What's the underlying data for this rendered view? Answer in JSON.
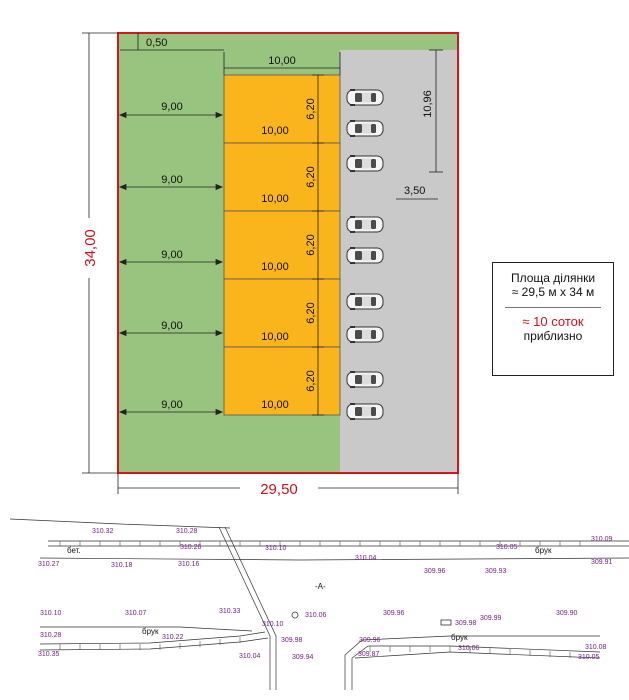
{
  "site": {
    "height_label": "34,00",
    "width_label": "29,50",
    "top_strip_label": "0,50",
    "lot_width_label": "10,00",
    "parking_depth_label": "10,96",
    "parking_offset_label": "3,50"
  },
  "lots": [
    {
      "setback": "9,00",
      "depth": "6,20",
      "width": "10,00"
    },
    {
      "setback": "9,00",
      "depth": "6,20",
      "width": "10,00"
    },
    {
      "setback": "9,00",
      "depth": "6,20",
      "width": "10,00"
    },
    {
      "setback": "9,00",
      "depth": "6,20",
      "width": "10,00"
    },
    {
      "setback": "9,00",
      "depth": "6,20",
      "width": "10,00"
    }
  ],
  "info": {
    "title": "Площа ділянки",
    "size": "≈ 29,5 м х 34 м",
    "area": "≈ 10 соток",
    "note": "приблизно"
  },
  "colors": {
    "green": "#98c47f",
    "lot": "#fbb51c",
    "gray": "#c9c9c9",
    "border": "#d4161e",
    "survey_text": "#7a1f8e"
  },
  "survey": {
    "labels": [
      "бет.",
      "брук",
      "-А-",
      "брук",
      "брук"
    ],
    "elevations": [
      "310.32",
      "310.28",
      "310.26",
      "310.10",
      "310.05",
      "310.09",
      "310.27",
      "310.18",
      "310.16",
      "310.04",
      "309.96",
      "309.93",
      "309.91",
      "310.10",
      "310.07",
      "310.33",
      "310.06",
      "309.96",
      "309.99",
      "309.90",
      "310.28",
      "310.22",
      "310.10",
      "309.98",
      "309.98",
      "309.96",
      "310.35",
      "310.04",
      "309.94",
      "309.87",
      "310.06",
      "310.08",
      "310.05"
    ]
  }
}
